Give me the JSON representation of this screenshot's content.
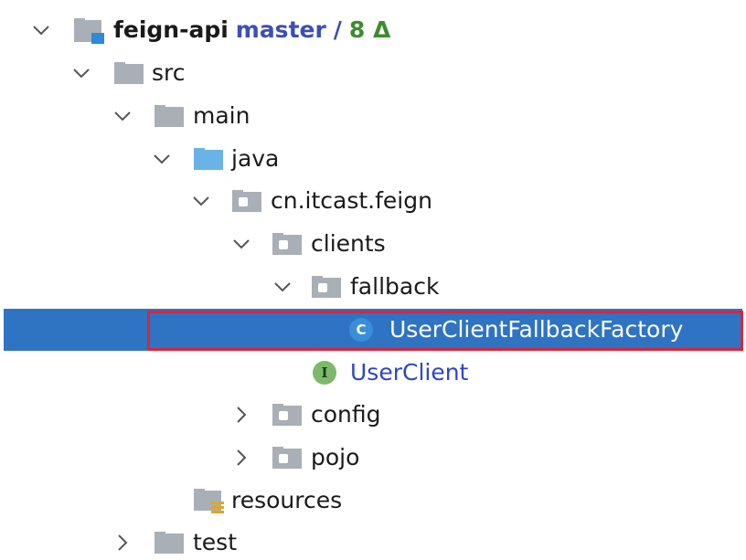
{
  "tree": {
    "root": {
      "name": "feign-api",
      "branch": "master",
      "separator": "/",
      "changes": "8 Δ"
    },
    "src": "src",
    "main": "main",
    "java": "java",
    "package": "cn.itcast.feign",
    "clients": "clients",
    "fallback": "fallback",
    "selected_file": {
      "name": "UserClientFallbackFactory",
      "badge": "C"
    },
    "interface_file": {
      "name": "UserClient",
      "badge": "I"
    },
    "config": "config",
    "pojo": "pojo",
    "resources": "resources",
    "test": "test"
  },
  "colors": {
    "selection": "#2f73c3",
    "highlight_box": "#d7263d",
    "class_badge": "#3b8ed8",
    "interface_badge": "#7cb96b",
    "folder_gray": "#a9afb6",
    "folder_blue": "#6ab3e6"
  }
}
